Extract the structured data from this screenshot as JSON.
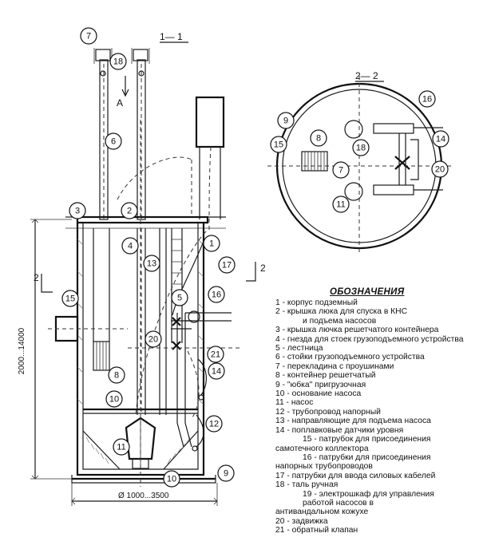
{
  "section_titles": {
    "section_1": "1— 1",
    "section_2": "2— 2"
  },
  "direction_label": "A",
  "cut_marks": {
    "left": "2",
    "right": "2"
  },
  "dimensions": {
    "height": "2000...14000",
    "diameter": "Ø 1000...3500"
  },
  "callouts_left": [
    "7",
    "18",
    "6",
    "3",
    "2",
    "4",
    "1",
    "13",
    "17",
    "5",
    "16",
    "15",
    "20",
    "21",
    "14",
    "8",
    "10",
    "12",
    "11",
    "10",
    "9"
  ],
  "callouts_right": [
    "16",
    "9",
    "15",
    "8",
    "18",
    "14",
    "7",
    "20",
    "11"
  ],
  "legend": {
    "title": "ОБОЗНАЧЕНИЯ",
    "items": [
      "1 - корпус подземный",
      "2 - крышка люка для спуска в КНС",
      "и подъема насосов",
      "3 - крышка лючка решетчатого контейнера",
      "4 - гнезда для стоек грузоподъемного устройства",
      "5 - лестница",
      "6 - стойки грузоподъемного устройства",
      "7 - перекладина с проушинами",
      "8 - контейнер решетчатый",
      "9 - \"юбка\" пригрузочная",
      "10 - основание насоса",
      "11 - насос",
      "12 - трубопровод напорный",
      "13 - направляющие для подъема насоса",
      "14 - поплавковые датчики уровня",
      "15 - патрубок для присоединения",
      "самотечного коллектора",
      "16 - патрубки для присоединения",
      "напорных трубопроводов",
      "17 - патрубки для ввода силовых кабелей",
      "18 - таль ручная",
      "19 - электрошкаф для управления",
      "работой насосов в",
      "антивандальном кожухе",
      "20 - задвижка",
      "21 - обратный клапан"
    ],
    "continuation_rows": [
      2,
      15,
      17,
      21,
      22
    ]
  }
}
